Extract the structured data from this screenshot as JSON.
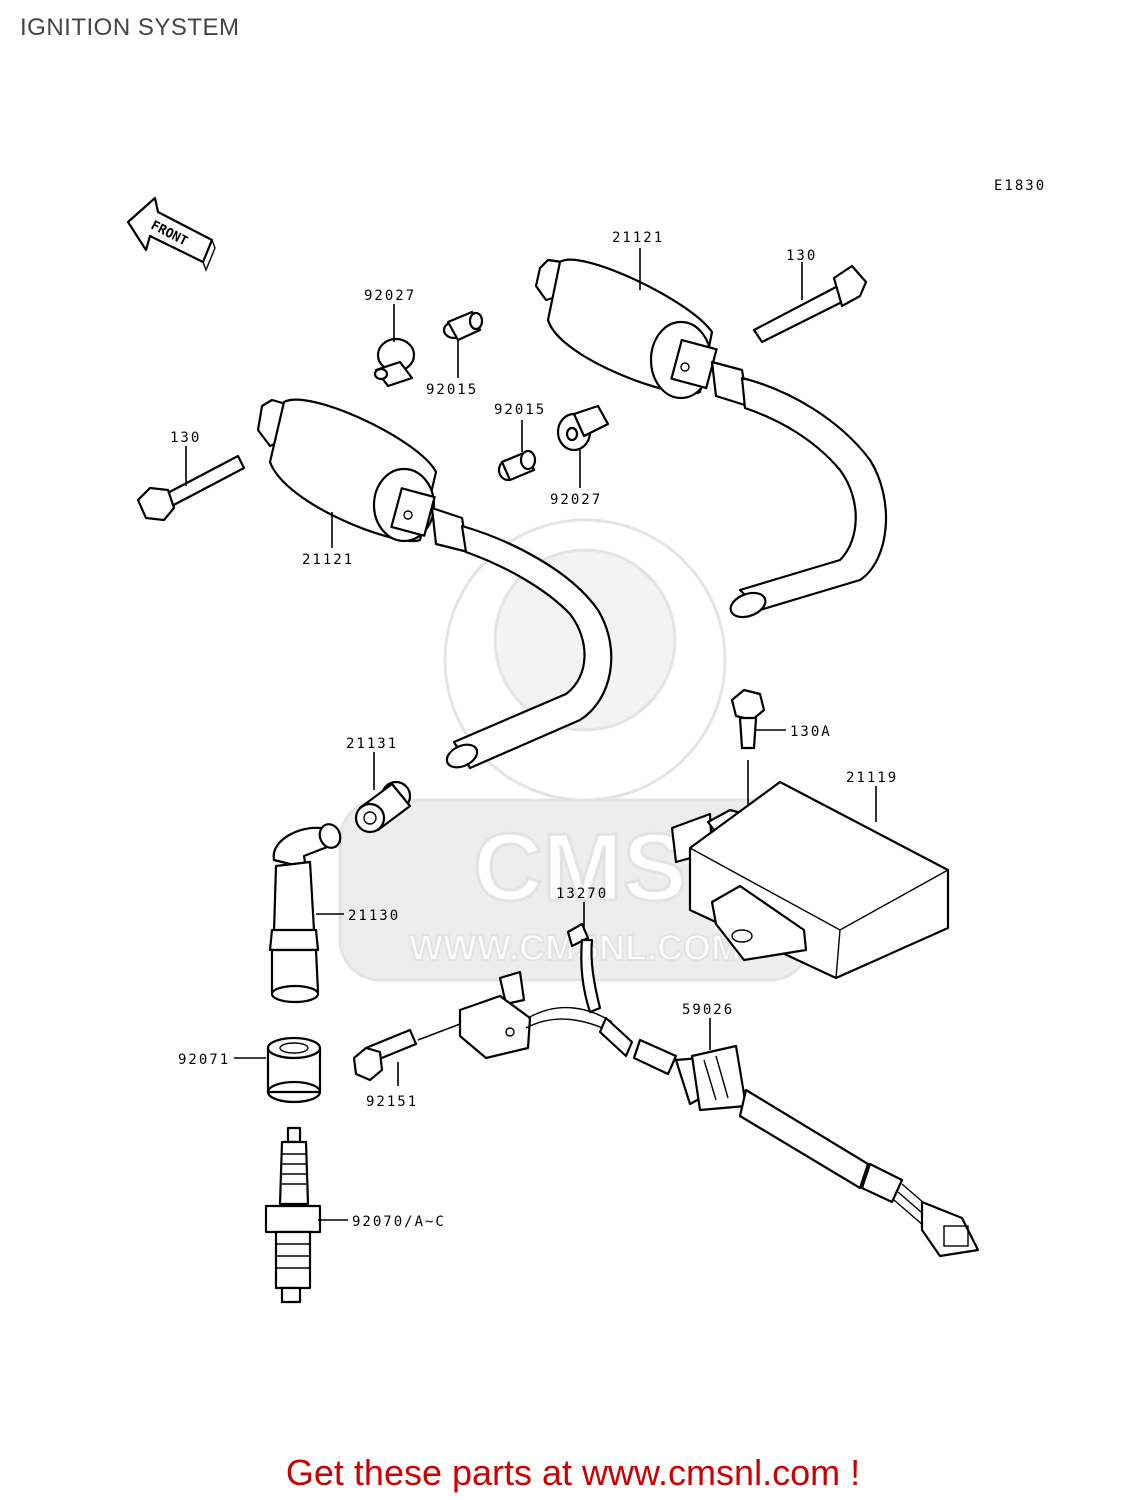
{
  "page": {
    "title": "IGNITION SYSTEM",
    "promo": "Get these parts at www.cmsnl.com !"
  },
  "diagram": {
    "ref_code": "E1830",
    "front_arrow": "FRONT",
    "watermark": {
      "brand": "CMS",
      "url": "WWW.CMSNL.COM"
    },
    "callouts": {
      "coil_upper": "21121",
      "bolt_upper": "130",
      "collar_left": "92027",
      "bushing_left": "92015",
      "bushing_right": "92015",
      "collar_right": "92027",
      "bolt_left": "130",
      "coil_lower": "21121",
      "cap_nut": "21131",
      "bolt_igniter": "130A",
      "igniter": "21119",
      "plug_cap": "21130",
      "clamp": "13270",
      "grommet": "59026",
      "seal": "92071",
      "screw": "92151",
      "spark_plug": "92070/A~C"
    }
  }
}
